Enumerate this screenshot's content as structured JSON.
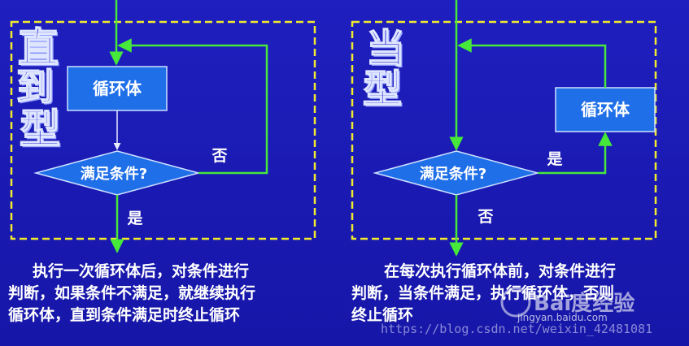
{
  "left_panel": {
    "title_chars": [
      "直",
      "到",
      "型"
    ],
    "loop_body": "循环体",
    "condition": "满足条件?",
    "yes": "是",
    "no": "否",
    "description": [
      "执行一次循环体后，对条件进行",
      "判断，如果条件不满足，就继续执行",
      "循环体，直到条件满足时终止循环"
    ]
  },
  "right_panel": {
    "title_chars": [
      "当",
      "型"
    ],
    "loop_body": "循环体",
    "condition": "满足条件?",
    "yes": "是",
    "no": "否",
    "description": [
      "在每次执行循环体前，对条件进行",
      "判断，当条件满足，执行循环体，否则",
      "终止循环"
    ]
  },
  "watermark": {
    "logo_text": "Bai度经验",
    "logo_sub": "jingyan.baidu.com",
    "url": "https://blog.csdn.net/weixin_42481081"
  },
  "colors": {
    "background": "#1a1ab4",
    "box_fill": "#1f6fe8",
    "arrow": "#46e83a",
    "dashed_border": "#f2ea2e",
    "text": "#ffffff"
  }
}
